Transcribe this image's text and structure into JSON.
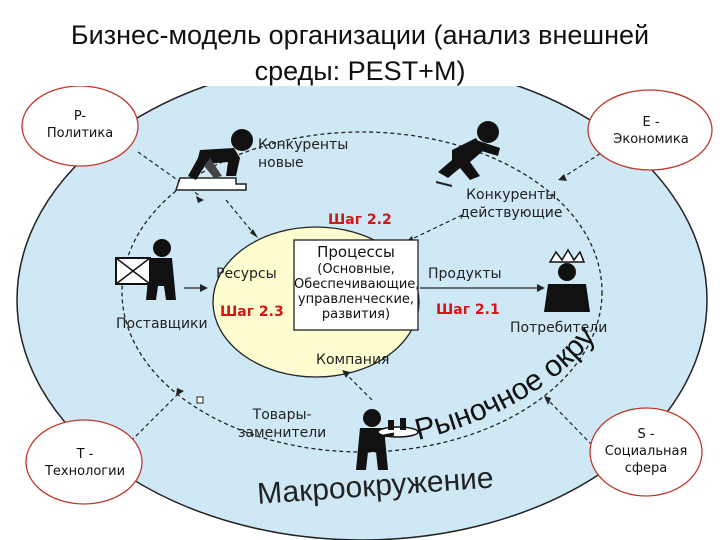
{
  "title": {
    "line1": "Бизнес-модель организации (анализ внешней",
    "line2": "среды: PEST+M)"
  },
  "pest": {
    "p": {
      "line1": "P-",
      "line2": "Политика"
    },
    "e": {
      "line1": "E -",
      "line2": "Экономика"
    },
    "t": {
      "line1": "T -",
      "line2": "Технологии"
    },
    "s": {
      "line1": "S -",
      "line2": "Социальная",
      "line3": "сфера"
    }
  },
  "market": {
    "new_competitors": {
      "line1": "Конкуренты",
      "line2": "новые"
    },
    "current_competitors": {
      "line1": "Конкуренты",
      "line2": "действующие"
    },
    "suppliers": "Поставщики",
    "consumers": "Потребители",
    "substitutes": {
      "line1": "Товары-",
      "line2": "заменители"
    }
  },
  "company": {
    "label": "Компания",
    "resources": "Ресурсы",
    "products": "Продукты",
    "processes": {
      "title": "Процессы",
      "line1": "(Основные,",
      "line2": "Обеспечивающие,",
      "line3": "управленческие,",
      "line4": "развития)"
    }
  },
  "steps": {
    "step22": "Шаг 2.2",
    "step23": "Шаг 2.3",
    "step21": "Шаг 2.1"
  },
  "environment": {
    "market_env": "Рыночное окружение",
    "macro_env": "Макроокружение"
  },
  "colors": {
    "accent_red": "#d61515",
    "fill_blue": "#cfe8f6",
    "company_fill": "#fdfdd0",
    "node_border": "#c0392b"
  }
}
